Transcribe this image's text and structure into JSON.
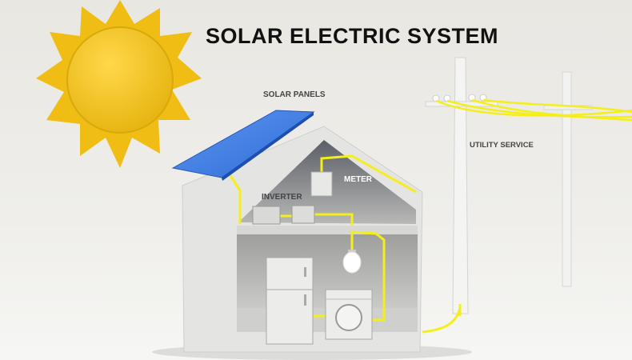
{
  "title": "SOLAR ELECTRIC SYSTEM",
  "labels": {
    "solar_panels": "SOLAR PANELS",
    "meter": "METER",
    "inverter": "INVERTER",
    "utility_service": "UTILITY SERVICE"
  },
  "colors": {
    "sun": "#f2c319",
    "panel": "#3a7be0",
    "wire": "#f4ef1a",
    "house": "#e2e2e0"
  }
}
